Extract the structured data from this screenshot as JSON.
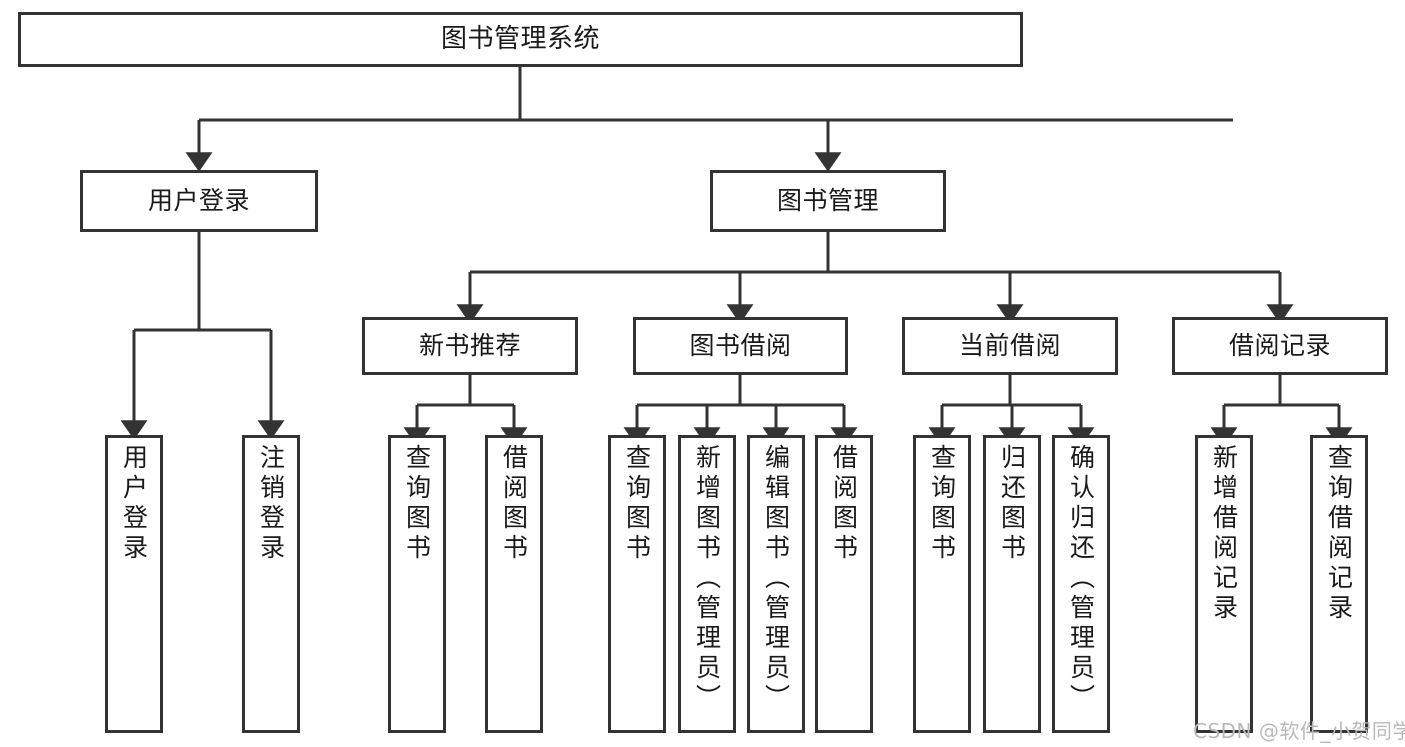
{
  "diagram": {
    "title": "图书管理系统",
    "type": "tree-hierarchy",
    "levels": {
      "root": {
        "label": "图书管理系统"
      },
      "level2": [
        {
          "label": "用户登录"
        },
        {
          "label": "图书管理"
        }
      ],
      "level3": [
        {
          "label": "新书推荐"
        },
        {
          "label": "图书借阅"
        },
        {
          "label": "当前借阅"
        },
        {
          "label": "借阅记录"
        }
      ],
      "level4": [
        {
          "label": "用户登录",
          "parent": "用户登录"
        },
        {
          "label": "注销登录",
          "parent": "用户登录"
        },
        {
          "label": "查询图书",
          "parent": "新书推荐"
        },
        {
          "label": "借阅图书",
          "parent": "新书推荐"
        },
        {
          "label": "查询图书",
          "parent": "图书借阅"
        },
        {
          "label": "新增图书（管理员）",
          "parent": "图书借阅"
        },
        {
          "label": "编辑图书（管理员）",
          "parent": "图书借阅"
        },
        {
          "label": "借阅图书",
          "parent": "图书借阅"
        },
        {
          "label": "查询图书",
          "parent": "当前借阅"
        },
        {
          "label": "归还图书",
          "parent": "当前借阅"
        },
        {
          "label": "确认归还（管理员）",
          "parent": "当前借阅"
        },
        {
          "label": "新增借阅记录",
          "parent": "借阅记录"
        },
        {
          "label": "查询借阅记录",
          "parent": "借阅记录"
        }
      ]
    },
    "colors": {
      "border": "#333333",
      "fill": "#ffffff",
      "text": "#1a1a1a",
      "watermark": "#b9b9b9"
    }
  },
  "watermark": {
    "text": "CSDN @软件_小贺同学"
  }
}
